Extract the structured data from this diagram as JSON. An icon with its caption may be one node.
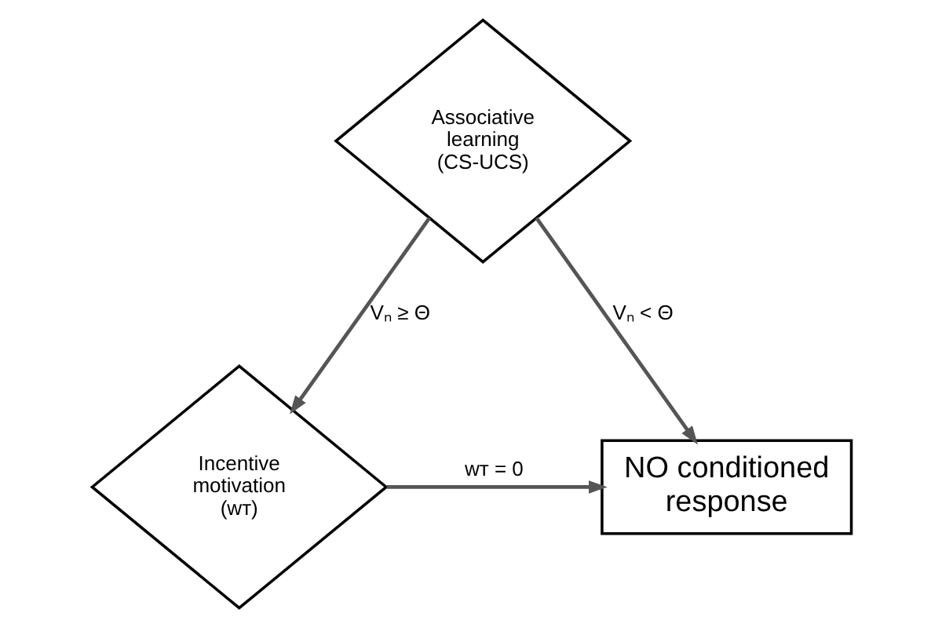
{
  "diagram": {
    "nodes": [
      {
        "text": [
          "Associative learning (CS-UCS)"
        ]
      },
      {
        "text": [
          "Incentive motivation (wᴛ)"
        ]
      },
      {
        "text": [
          "NO conditioned response"
        ]
      }
    ],
    "edges": [
      {
        "from": 0,
        "to": 2,
        "arrow": "to",
        "label": "Vₙ < Θ"
      },
      {
        "from": 0,
        "to": 1,
        "arrow": "to",
        "label": "Vₙ ≥ Θ"
      },
      {
        "from": 1,
        "to": 2,
        "arrow": "to",
        "label": "wᴛ = 0"
      }
    ]
  }
}
